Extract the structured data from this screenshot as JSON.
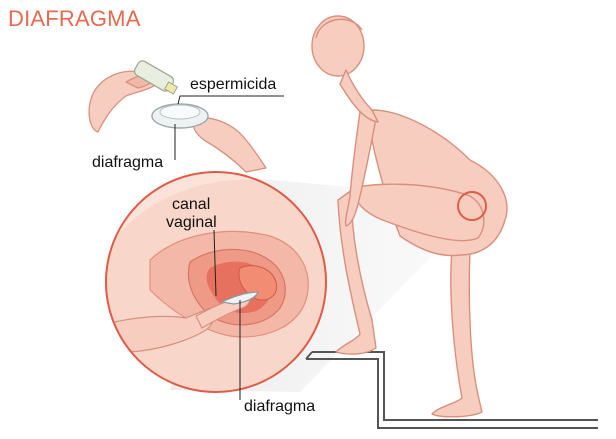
{
  "title": "DIAFRAGMA",
  "labels": {
    "spermicide": "espermicida",
    "diaphragm_top": "diafragma",
    "canal_line1": "canal",
    "canal_line2": "vaginal",
    "diaphragm_bottom": "diafragma"
  },
  "colors": {
    "title": "#e8694f",
    "skin": "#f6c9bb",
    "skin_outline": "#d9907e",
    "magnifier_ring": "#e05a45",
    "inner_tissue": "#f0a090",
    "deep_tissue": "#e8705e"
  }
}
